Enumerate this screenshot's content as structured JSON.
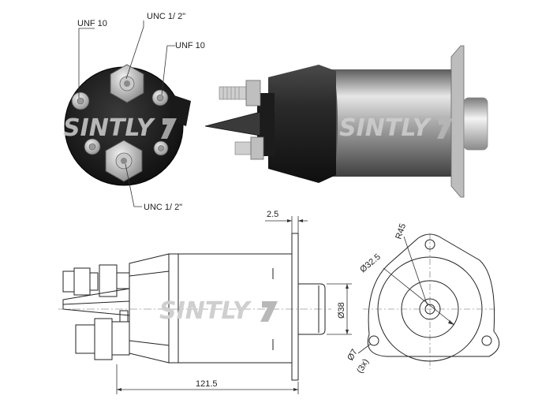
{
  "labels": {
    "unf_top_left": "UNF 10",
    "unc_top": "UNC 1/ 2\"",
    "unf_right": "UNF 10",
    "unc_bottom": "UNC 1/ 2\""
  },
  "dimensions": {
    "flange_thickness": "2.5",
    "plunger_diameter": "Ø38",
    "overall_length": "121.5",
    "radius": "R45",
    "bore_diameter": "Ø32.5",
    "hole_diameter": "Ø7",
    "hole_count": "(3x)"
  },
  "watermark": {
    "text": "SINTLY"
  },
  "colors": {
    "steel_light": "#d9d9d9",
    "steel_dark": "#6e6e6e",
    "cap_black": "#1e1e1e",
    "watermark": "#cfcfcf",
    "watermark_mark": "#b8b8b8"
  }
}
